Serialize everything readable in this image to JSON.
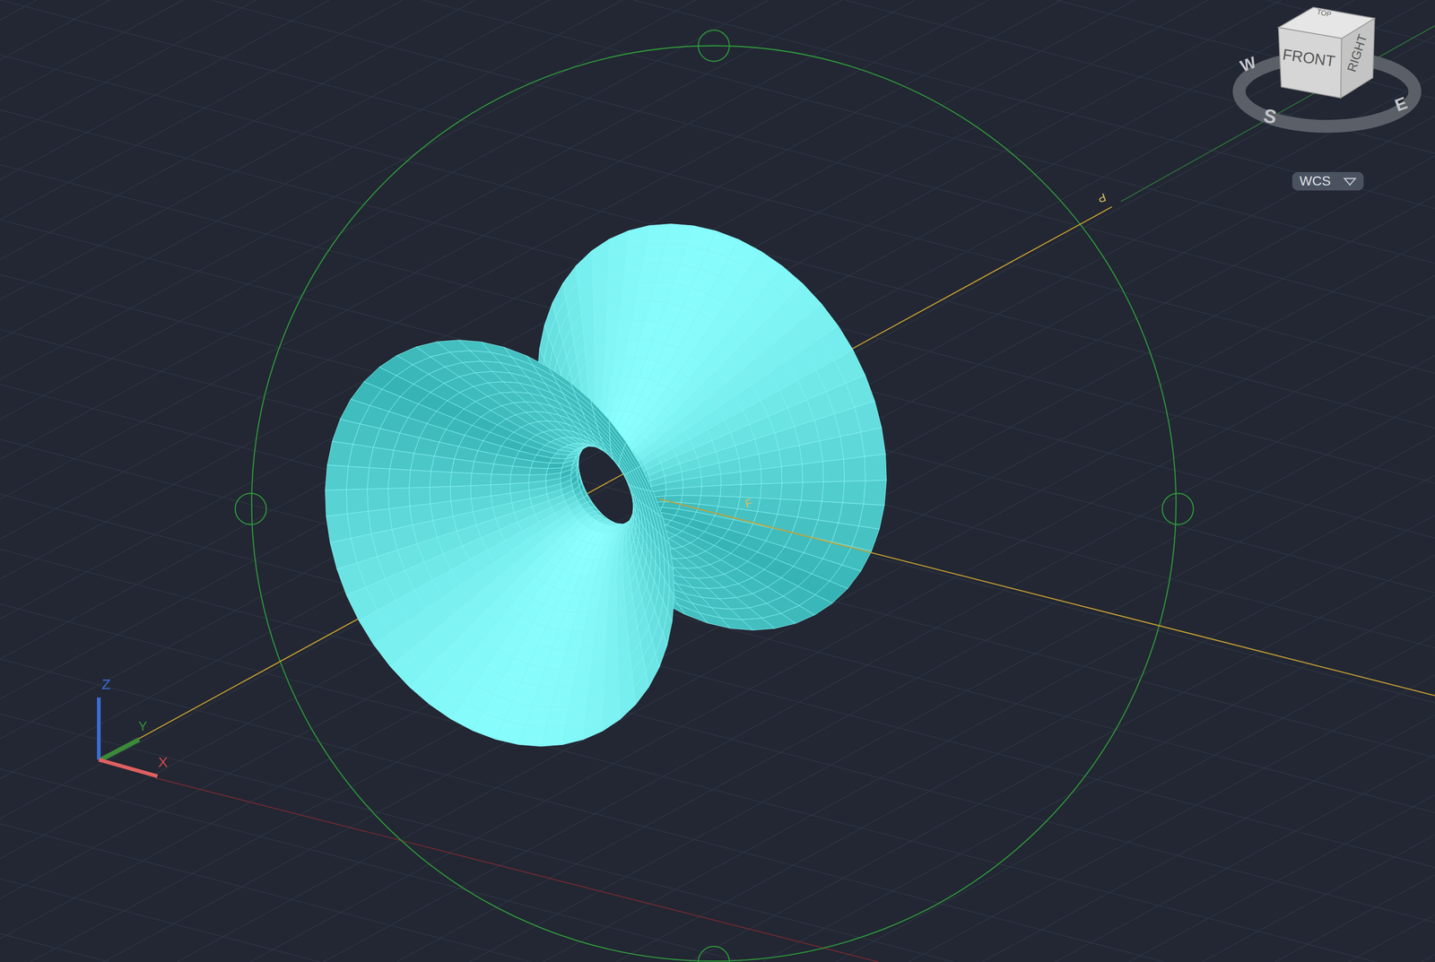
{
  "diagram": {
    "labels": [
      "TOP",
      "FRONT",
      "RIGHT",
      "W",
      "S",
      "E",
      "WCS",
      "Z",
      "Y",
      "X",
      "P",
      "F"
    ]
  }
}
